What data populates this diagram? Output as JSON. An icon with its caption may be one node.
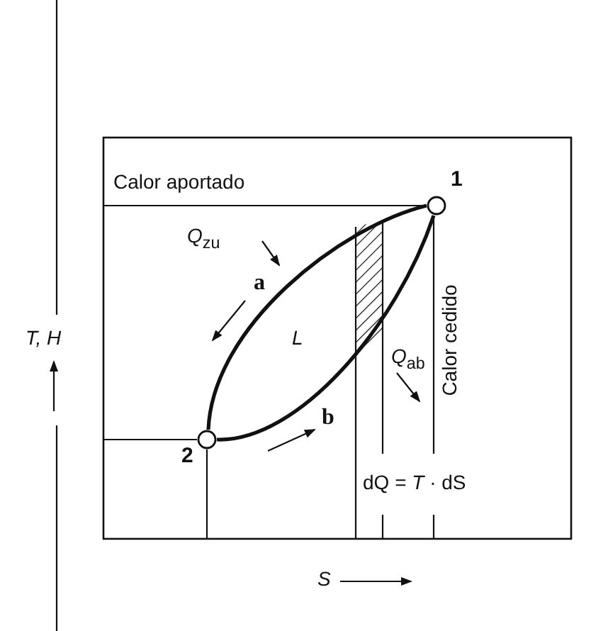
{
  "diagram": {
    "nodes": [
      {
        "text": [],
        "shape": "circle",
        "beside": [
          "1"
        ]
      },
      {
        "text": [],
        "shape": "circle",
        "beside": [
          "2"
        ]
      }
    ],
    "edges": [
      {
        "from": 0,
        "to": 1,
        "arrow": "none",
        "label": "a"
      },
      {
        "from": 1,
        "to": 0,
        "arrow": "none",
        "label": "b"
      }
    ],
    "labels": [
      "Calor aportado",
      "*Q*$_{zu}$",
      "*L*",
      "*Q*$_{ab}$",
      "Calor cedido",
      "dQ = *T* · dS",
      "T, H",
      "S"
    ]
  }
}
